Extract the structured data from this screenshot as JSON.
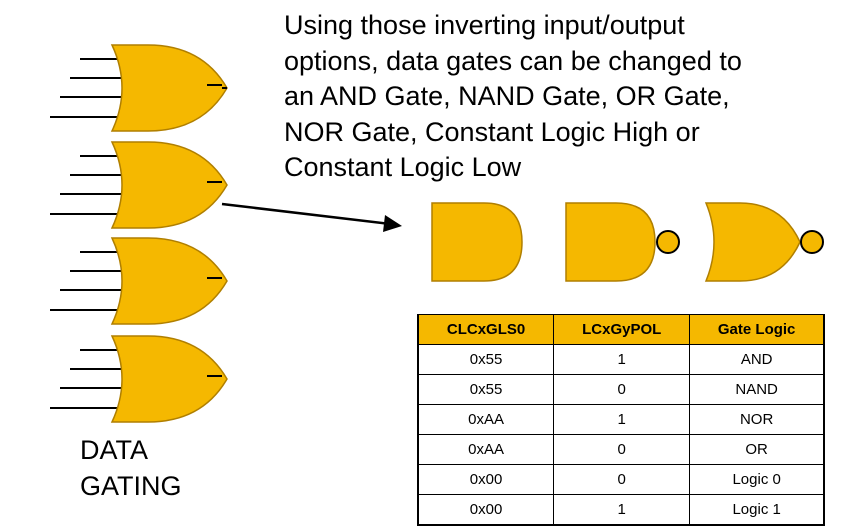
{
  "caption": {
    "lines": [
      "Using those inverting input/output",
      "options, data gates can be changed to",
      "an AND Gate, NAND Gate, OR Gate,",
      "NOR Gate, Constant Logic High or",
      "Constant Logic Low"
    ]
  },
  "label": {
    "lines": [
      "DATA",
      "GATING"
    ]
  },
  "colors": {
    "gate_fill": "#f5b800",
    "gate_stroke": "#b07f00",
    "header_fill": "#f5b800"
  },
  "table": {
    "headers": [
      "CLCxGLS0",
      "LCxGyPOL",
      "Gate Logic"
    ],
    "rows": [
      [
        "0x55",
        "1",
        "AND"
      ],
      [
        "0x55",
        "0",
        "NAND"
      ],
      [
        "0xAA",
        "1",
        "NOR"
      ],
      [
        "0xAA",
        "0",
        "OR"
      ],
      [
        "0x00",
        "0",
        "Logic 0"
      ],
      [
        "0x00",
        "1",
        "Logic 1"
      ]
    ]
  }
}
